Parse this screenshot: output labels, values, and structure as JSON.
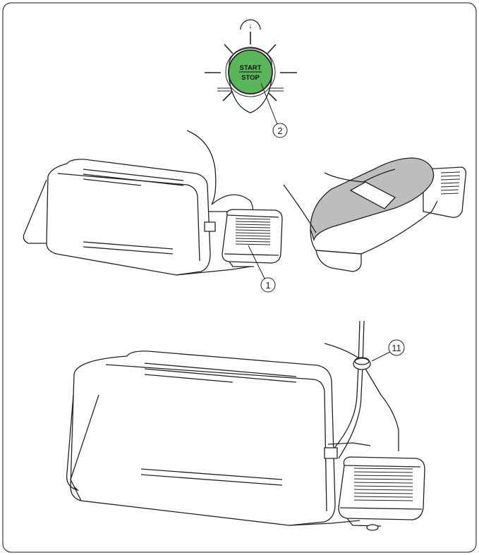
{
  "button": {
    "top_symbol": "↓",
    "label_line1": "START",
    "label_line2": "STOP",
    "color": "#5bb55b"
  },
  "callouts": {
    "foot_control": "1",
    "start_stop_button": "2",
    "cord_clip": "11"
  },
  "colors": {
    "line": "#222222",
    "shoe": "#bdbdbd",
    "border": "#444444"
  }
}
